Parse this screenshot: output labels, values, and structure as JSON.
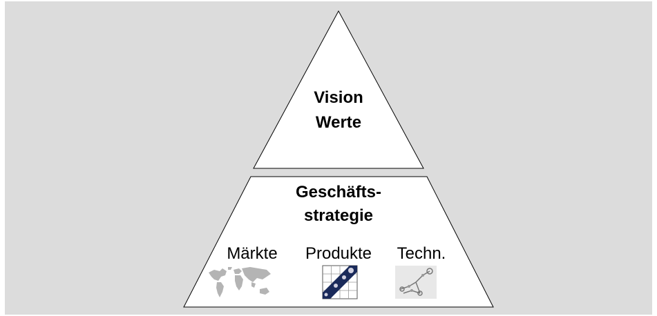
{
  "colors": {
    "background": "#dcdcdc",
    "triangle_fill": "#ffffff",
    "stroke": "#000000",
    "product_icon": "#1a2a5a"
  },
  "top_section": {
    "line1": "Vision",
    "line2": "Werte"
  },
  "bottom_section": {
    "line1": "Geschäfts-",
    "line2": "strategie",
    "columns": [
      {
        "label": "Märkte",
        "icon": "world-map-icon"
      },
      {
        "label": "Produkte",
        "icon": "product-matrix-icon"
      },
      {
        "label": "Techn.",
        "icon": "technology-drawing-icon"
      }
    ]
  }
}
